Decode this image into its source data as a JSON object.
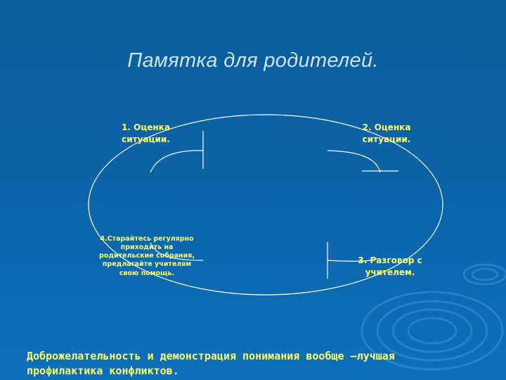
{
  "slide": {
    "title": "Памятка для родителей.",
    "steps": [
      {
        "label": "1. Оценка ситуации."
      },
      {
        "label": "2. Оценка ситуации."
      },
      {
        "label": "3. Разговор с учителем."
      },
      {
        "label": "4.Старайтесь регулярно приходить на родительские собрания, предлагайте учителям свою помощь."
      }
    ],
    "footer": "Доброжелательность и демонстрация понимания вообще –лучшая\nпрофилактика конфликтов."
  },
  "colors": {
    "background": "#0b63a6",
    "title_text": "#cfe3f5",
    "step_text": "#ffff66",
    "lines": "#ffffff"
  }
}
